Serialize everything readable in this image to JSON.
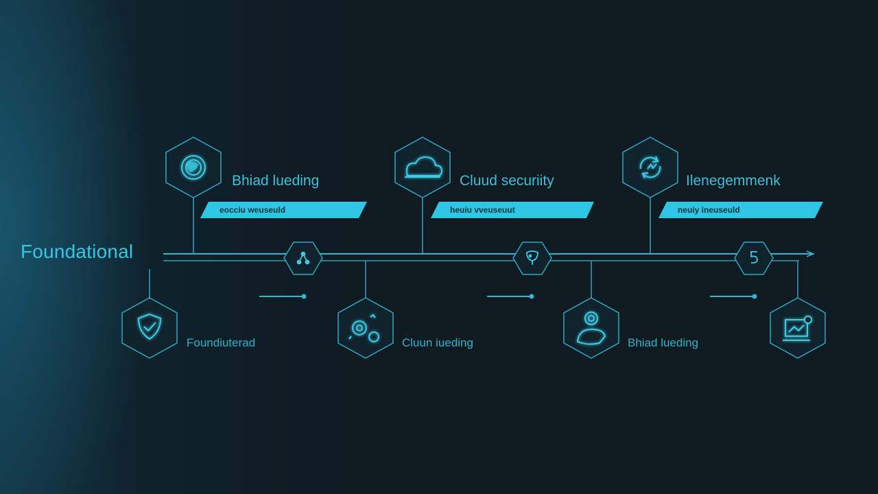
{
  "title": "Foundational",
  "top_nodes": [
    {
      "label": "Bhiad lueding",
      "bar_text": "eocciu weuseuld",
      "icon": "globe-icon"
    },
    {
      "label": "Cluud securiity",
      "bar_text": "heuiu vveuseuut",
      "icon": "cloud-icon"
    },
    {
      "label": "Ilenegemmenk",
      "bar_text": "neuiy ineuseuld",
      "icon": "refresh-icon"
    }
  ],
  "bottom_nodes": [
    {
      "label": "Foundiuterad",
      "icon": "shield-check-icon"
    },
    {
      "label": "Cluun iueding",
      "icon": "gears-icon"
    },
    {
      "label": "Bhiad lueding",
      "icon": "user-icon"
    },
    {
      "label": "",
      "icon": "monitor-icon"
    }
  ],
  "timeline_markers": [
    {
      "icon": "nodes-icon"
    },
    {
      "icon": "robot-icon"
    },
    {
      "icon": "digit-icon",
      "text": "5"
    }
  ],
  "colors": {
    "accent": "#2fc1dd",
    "bar": "#2ec6e3",
    "background": "#0f1a21",
    "hex_fill": "#10232c"
  }
}
